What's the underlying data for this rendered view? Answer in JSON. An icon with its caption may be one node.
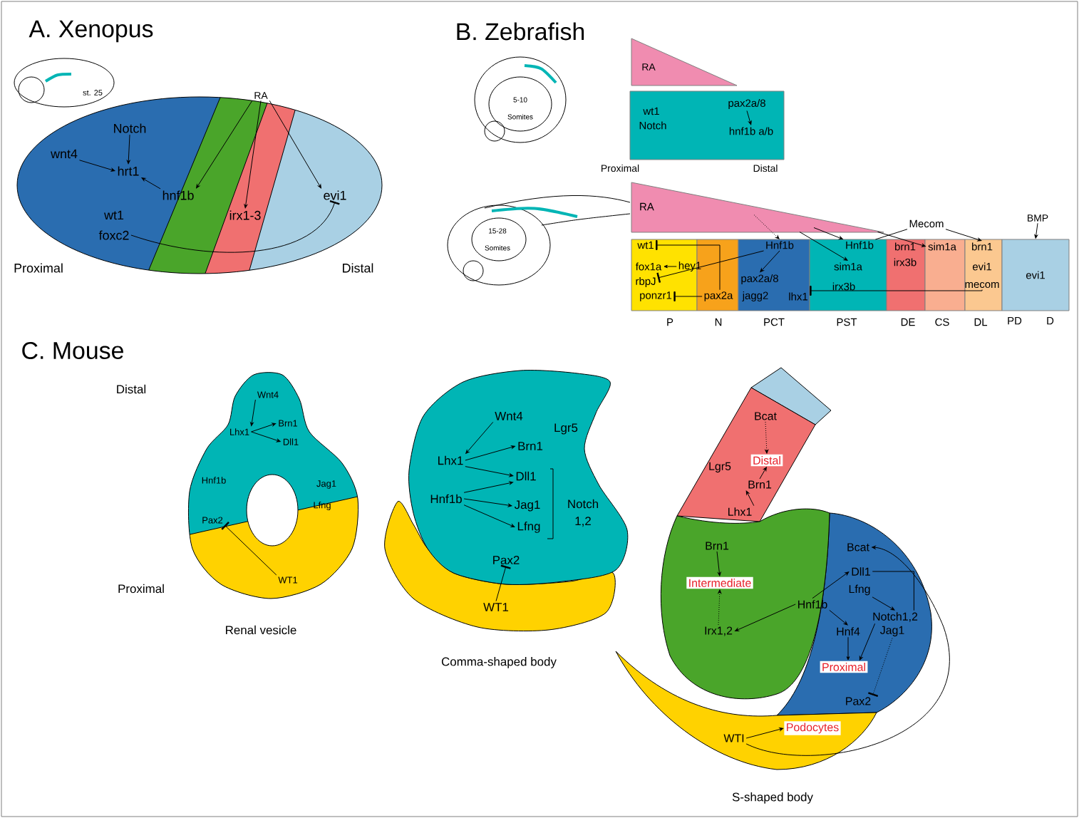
{
  "diagram": {
    "nodes": [
      {
        "text": [
          "Notch"
        ]
      },
      {
        "text": [
          "wnt4"
        ]
      },
      {
        "text": [
          "hrt1"
        ]
      },
      {
        "text": [
          "hnf1b"
        ]
      },
      {
        "text": [
          "RA"
        ]
      },
      {
        "text": [
          "foxc2"
        ]
      },
      {
        "text": [
          "irx1-3"
        ]
      },
      {
        "text": [
          "evi1"
        ]
      },
      {
        "text": [
          "pax2a/8"
        ]
      },
      {
        "text": [
          "hnf1b a/b"
        ]
      },
      {
        "text": [
          "RA"
        ]
      },
      {
        "text": [
          "wt1"
        ]
      },
      {
        "text": [
          "fox1a"
        ]
      },
      {
        "text": [
          "hey1"
        ]
      },
      {
        "text": [
          "rbpJ"
        ]
      },
      {
        "text": [
          "ponzr1"
        ]
      },
      {
        "text": [
          "pax2a"
        ]
      },
      {
        "text": [
          "Hnf1b"
        ]
      },
      {
        "text": [
          "pax2a/8"
        ]
      },
      {
        "text": [
          "lhx1"
        ]
      },
      {
        "text": [
          "Hnf1b"
        ]
      },
      {
        "text": [
          "sim1a"
        ]
      },
      {
        "text": [
          "Mecom"
        ]
      },
      {
        "text": [
          "sim1a"
        ]
      },
      {
        "text": [
          "brn1"
        ]
      },
      {
        "text": [
          "mecom"
        ]
      },
      {
        "text": [
          "BMP"
        ]
      },
      {
        "text": [
          "Wnt4"
        ]
      },
      {
        "text": [
          "Lhx1"
        ]
      },
      {
        "text": [
          "Brn1"
        ]
      },
      {
        "text": [
          "Dll1"
        ]
      },
      {
        "text": [
          "Pax2"
        ]
      },
      {
        "text": [
          "WT1"
        ]
      },
      {
        "text": [
          "Wnt4"
        ]
      },
      {
        "text": [
          "Lhx1"
        ]
      },
      {
        "text": [
          "Brn1"
        ]
      },
      {
        "text": [
          "Hnf1b"
        ]
      },
      {
        "text": [
          "Dll1"
        ]
      },
      {
        "text": [
          "Jag1"
        ]
      },
      {
        "text": [
          "Lfng"
        ]
      },
      {
        "text": [
          "Pax2"
        ]
      },
      {
        "text": [
          "WT1"
        ]
      },
      {
        "text": [
          "Bcat"
        ]
      },
      {
        "text": [
          "Distal"
        ]
      },
      {
        "text": [
          "Brn1"
        ]
      },
      {
        "text": [
          "Lhx1"
        ]
      },
      {
        "text": [
          "Brn1"
        ]
      },
      {
        "text": [
          "Intermediate"
        ]
      },
      {
        "text": [
          "Bcat"
        ]
      },
      {
        "text": [
          "Dll1"
        ]
      },
      {
        "text": [
          "Lfng"
        ]
      },
      {
        "text": [
          "Hnf1b"
        ]
      },
      {
        "text": [
          "Notch1,2"
        ]
      },
      {
        "text": [
          "Irx1,2"
        ]
      },
      {
        "text": [
          "Hnf4"
        ]
      },
      {
        "text": [
          "Jag1"
        ]
      },
      {
        "text": [
          "Proximal"
        ]
      },
      {
        "text": [
          "Pax2"
        ]
      },
      {
        "text": [
          "Podocytes"
        ]
      },
      {
        "text": [
          "WTI"
        ]
      },
      {
        "text": [
          "evi1"
        ],
        "beside": [
          "PD",
          "D"
        ]
      }
    ],
    "edges": [
      {
        "from": 0,
        "to": 2,
        "arrow": "to"
      },
      {
        "from": 1,
        "to": 2,
        "arrow": "to"
      },
      {
        "from": 3,
        "to": 2,
        "arrow": "to"
      },
      {
        "from": 4,
        "to": 3,
        "arrow": "to"
      },
      {
        "from": 4,
        "to": 6,
        "arrow": "to"
      },
      {
        "from": 4,
        "to": 7,
        "arrow": "to"
      },
      {
        "from": 5,
        "to": 7,
        "arrow": "other"
      },
      {
        "from": 8,
        "to": 9,
        "arrow": "to"
      },
      {
        "from": 13,
        "to": 12,
        "arrow": "to"
      },
      {
        "from": 16,
        "to": 15,
        "arrow": "other"
      },
      {
        "from": 16,
        "to": 11,
        "arrow": "other"
      },
      {
        "from": 17,
        "to": 14,
        "arrow": "other"
      },
      {
        "from": 10,
        "to": 17,
        "arrow": "to",
        "style": "dashed"
      },
      {
        "from": 17,
        "to": 18,
        "arrow": "to"
      },
      {
        "from": 10,
        "to": 21,
        "arrow": "to"
      },
      {
        "from": 10,
        "to": 20,
        "arrow": "to"
      },
      {
        "from": 22,
        "to": 20,
        "arrow": "none"
      },
      {
        "from": 22,
        "to": 24,
        "arrow": "to"
      },
      {
        "from": 10,
        "to": 23,
        "arrow": "to"
      },
      {
        "from": 26,
        "to": 60,
        "arrow": "to"
      },
      {
        "from": 25,
        "to": 19,
        "arrow": "other"
      },
      {
        "from": 27,
        "to": 28,
        "arrow": "to"
      },
      {
        "from": 28,
        "to": 29,
        "arrow": "to"
      },
      {
        "from": 28,
        "to": 30,
        "arrow": "to"
      },
      {
        "from": 32,
        "to": 31,
        "arrow": "other"
      },
      {
        "from": 33,
        "to": 34,
        "arrow": "to"
      },
      {
        "from": 34,
        "to": 35,
        "arrow": "to"
      },
      {
        "from": 34,
        "to": 37,
        "arrow": "to"
      },
      {
        "from": 36,
        "to": 37,
        "arrow": "to"
      },
      {
        "from": 36,
        "to": 38,
        "arrow": "to"
      },
      {
        "from": 36,
        "to": 39,
        "arrow": "to"
      },
      {
        "from": 41,
        "to": 40,
        "arrow": "other"
      },
      {
        "from": 42,
        "to": 43,
        "arrow": "to",
        "style": "dashed"
      },
      {
        "from": 45,
        "to": 44,
        "arrow": "to"
      },
      {
        "from": 44,
        "to": 43,
        "arrow": "to"
      },
      {
        "from": 46,
        "to": 47,
        "arrow": "to"
      },
      {
        "from": 53,
        "to": 47,
        "arrow": "to",
        "style": "dashed"
      },
      {
        "from": 51,
        "to": 53,
        "arrow": "to"
      },
      {
        "from": 51,
        "to": 49,
        "arrow": "to"
      },
      {
        "from": 51,
        "to": 54,
        "arrow": "to"
      },
      {
        "from": 54,
        "to": 56,
        "arrow": "to"
      },
      {
        "from": 49,
        "to": 52,
        "arrow": "none"
      },
      {
        "from": 50,
        "to": 52,
        "arrow": "to"
      },
      {
        "from": 52,
        "to": 56,
        "arrow": "to"
      },
      {
        "from": 55,
        "to": 57,
        "arrow": "other",
        "style": "dashed"
      },
      {
        "from": 59,
        "to": 58,
        "arrow": "to"
      },
      {
        "from": 59,
        "to": 48,
        "arrow": "to"
      }
    ],
    "labels": [
      "A. Xenopus",
      "st. 25",
      "wt1",
      "Proximal",
      "Distal",
      "B. Zebrafish",
      "5-10 Somites",
      "RA",
      "wt1",
      "Notch",
      "Proximal",
      "Distal",
      "15-28 Somites",
      "jagg2",
      "irx3b",
      "brn1",
      "irx3b",
      "evi1",
      "P",
      "N",
      "PCT",
      "PST",
      "DE",
      "CS",
      "DL",
      "C. Mouse",
      "Distal",
      "Hnf1b",
      "Jag1",
      "Lfng",
      "Proximal",
      "Renal vesicle",
      "Lgr5",
      "Notch 1,2",
      "Comma-shaped body",
      "Lgr5",
      "S-shaped body"
    ]
  }
}
